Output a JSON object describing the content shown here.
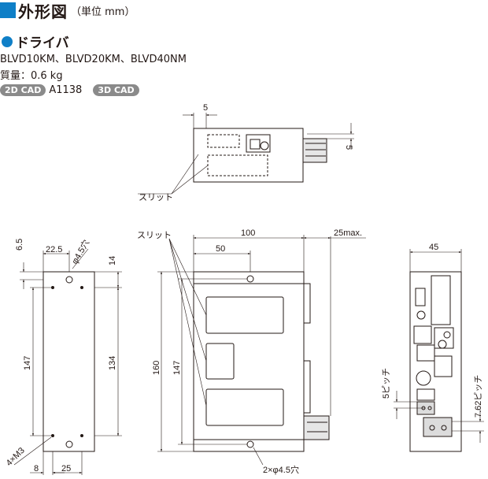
{
  "header": {
    "title": "外形図",
    "unit": "（単位 mm）",
    "accent_color": "#0f7fc7"
  },
  "section": {
    "title": "ドライバ"
  },
  "models": "BLVD10KM、BLVD20KM、BLVD40NM",
  "mass": "質量：0.6 kg",
  "cad": {
    "badge_2d": "2D CAD",
    "code": "A1138",
    "badge_3d": "3D CAD"
  },
  "dims": {
    "top_5": "5",
    "top_right_5": "5",
    "slit_top": "スリット",
    "left_22_5": "22.5",
    "left_hole": "φ4.5穴",
    "left_6_5": "6.5",
    "left_14": "14",
    "left_147": "147",
    "left_134": "134",
    "left_4xM3": "4×M3",
    "left_8": "8",
    "left_25": "25",
    "front_slit": "スリット",
    "front_100": "100",
    "front_50": "50",
    "front_25max": "25max.",
    "front_160": "160",
    "front_147": "147",
    "front_2xhole": "2×φ4.5穴",
    "right_45": "45",
    "right_5pitch": "5ピッチ",
    "right_762pitch": "7.62ピッチ"
  }
}
